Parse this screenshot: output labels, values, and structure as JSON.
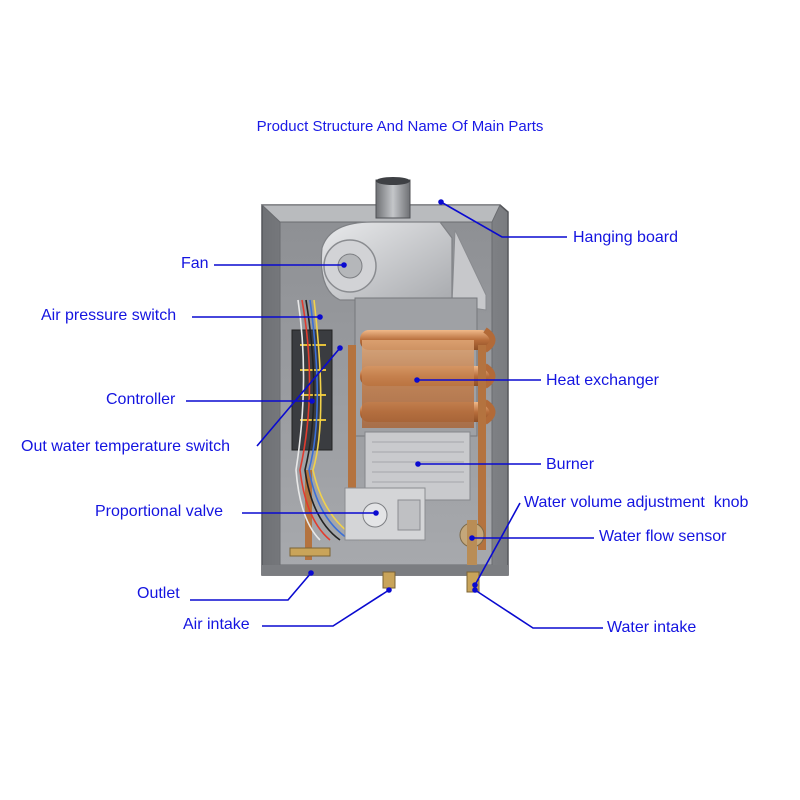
{
  "title": "Product Structure And Name Of Main Parts",
  "colors": {
    "label": "#1414e0",
    "leader": "#0a0ad0",
    "case": "#8d8f93",
    "copper": "#c98a57",
    "burner": "#c7c8cb"
  },
  "labels": {
    "hanging_board": "Hanging board",
    "fan": "Fan",
    "air_pressure_switch": "Air pressure switch",
    "heat_exchanger": "Heat exchanger",
    "controller": "Controller",
    "out_water_temperature_switch": "Out water temperature switch",
    "burner": "Burner",
    "water_volume_adjustment_knob": "Water volume adjustment  knob",
    "proportional_valve": "Proportional valve",
    "water_flow_sensor": "Water flow sensor",
    "outlet": "Outlet",
    "air_intake": "Air intake",
    "water_intake": "Water intake"
  }
}
